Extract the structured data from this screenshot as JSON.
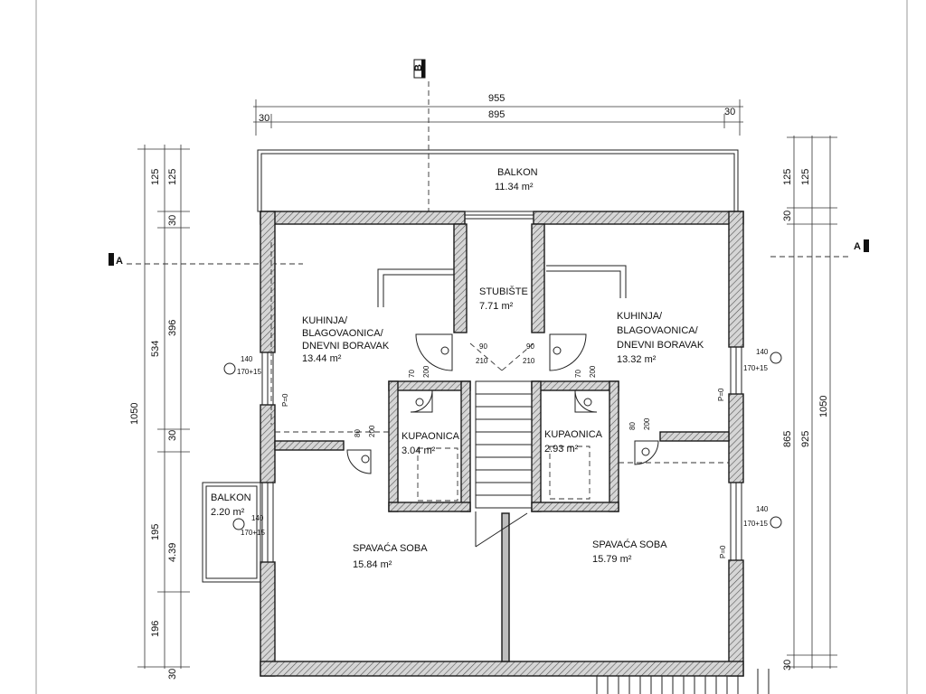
{
  "sections": {
    "a_left": "A",
    "a_right": "A",
    "b_top": "B"
  },
  "dimensions_top": {
    "total": "955",
    "inner": "895",
    "left_30": "30",
    "right_30": "30"
  },
  "dimensions_left": {
    "d125a": "125",
    "d125b": "125",
    "d30a": "30",
    "d396": "396",
    "d534": "534",
    "d1050": "1050",
    "d30b": "30",
    "d195": "195",
    "d439": "4.39",
    "d196": "196",
    "d30c": "30"
  },
  "dimensions_right": {
    "d125a": "125",
    "d125b": "125",
    "d30a": "30",
    "d865": "865",
    "d925": "925",
    "d1050": "1050",
    "d30b": "30"
  },
  "rooms": {
    "balkon_top": {
      "name": "BALKON",
      "area": "11.34 m²"
    },
    "stubiste": {
      "name": "STUBIŠTE",
      "area": "7.71 m²"
    },
    "kuhinja_left": {
      "line1": "KUHINJA/",
      "line2": "BLAGOVAONICA/",
      "line3": "DNEVNI BORAVAK",
      "area": "13.44 m²"
    },
    "kuhinja_right": {
      "line1": "KUHINJA/",
      "line2": "BLAGOVAONICA/",
      "line3": "DNEVNI BORAVAK",
      "area": "13.32 m²"
    },
    "kupaonica_left": {
      "name": "KUPAONICA",
      "area": "3.04 m²"
    },
    "kupaonica_right": {
      "name": "KUPAONICA",
      "area": "2.93 m²"
    },
    "spavaca_left": {
      "name": "SPAVAĆA SOBA",
      "area": "15.84 m²"
    },
    "spavaca_right": {
      "name": "SPAVAĆA SOBA",
      "area": "15.79 m²"
    },
    "balkon_small": {
      "name": "BALKON",
      "area": "2.20 m²"
    }
  },
  "windows": {
    "w_left_top": {
      "w": "140",
      "h": "170+15"
    },
    "w_right_top": {
      "w": "140",
      "h": "170+15"
    },
    "w_left_bottom": {
      "w": "140",
      "h": "170+15"
    },
    "w_right_bottom": {
      "w": "140",
      "h": "170+15"
    }
  },
  "doors": {
    "d_stair_left": {
      "w": "90",
      "h": "210"
    },
    "d_stair_right": {
      "w": "90",
      "h": "210"
    },
    "d_bath_left": {
      "w": "70",
      "h": "200"
    },
    "d_bath_right": {
      "w": "70",
      "h": "200"
    },
    "d_bed_left": {
      "w": "80",
      "h": "200"
    },
    "d_bed_right": {
      "w": "80",
      "h": "200"
    }
  },
  "parapet_labels": {
    "p_left_top": "P=0",
    "p_right_top": "P=0",
    "p_right_bottom": "P=0"
  }
}
